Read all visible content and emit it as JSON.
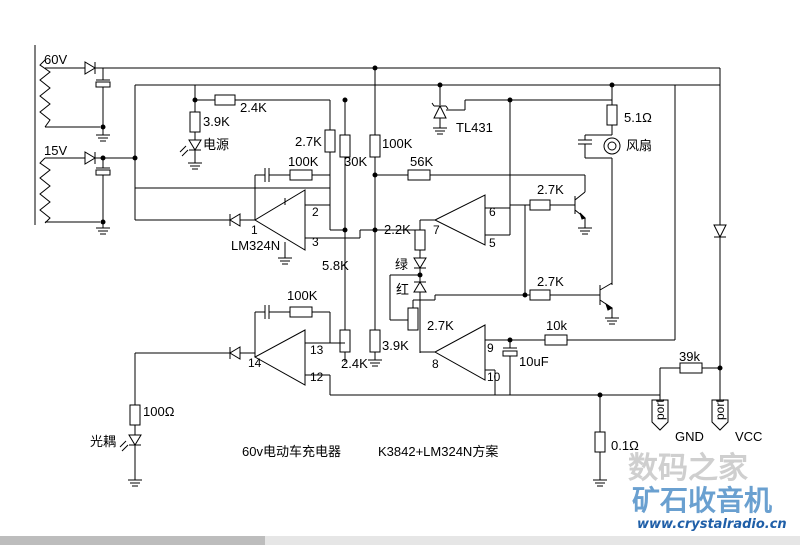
{
  "labels": {
    "v60": "60V",
    "v15": "15V",
    "r24k_a": "2.4K",
    "r39k_a": "3.9K",
    "power": "电源",
    "tl431": "TL431",
    "r51": "5.1Ω",
    "fan": "风扇",
    "r27k_a": "2.7K",
    "r100k_a": "100K",
    "r30k": "30K",
    "r100k_b": "100K",
    "r56k": "56K",
    "r27k_b": "2.7K",
    "lm324n": "LM324N",
    "pin1": "1",
    "pin2": "2",
    "pin3": "3",
    "r22k": "2.2K",
    "pin7": "7",
    "pin6": "6",
    "pin5": "5",
    "r58k": "5.8K",
    "green": "绿",
    "red": "红",
    "r27k_c": "2.7K",
    "r100k_c": "100K",
    "r27k_d": "2.7K",
    "r10k": "10k",
    "pin14": "14",
    "pin13": "13",
    "pin12": "12",
    "r24k_b": "2.4K",
    "r39k_b": "3.9K",
    "pin8": "8",
    "pin9": "9",
    "pin10": "10",
    "c10uf": "10uF",
    "r39k_c": "39k",
    "r100ohm": "100Ω",
    "optocoupler": "光耦",
    "r01": "0.1Ω",
    "gnd": "GND",
    "vcc": "VCC",
    "port_gnd": "port",
    "port_vcc": "port",
    "title": "60v电动车充电器",
    "title2": "K3842+LM324N方案",
    "wm_cn": "数码之家",
    "wm_cn2": "矿石收音机",
    "wm_url": "www.crystalradio.cn"
  }
}
